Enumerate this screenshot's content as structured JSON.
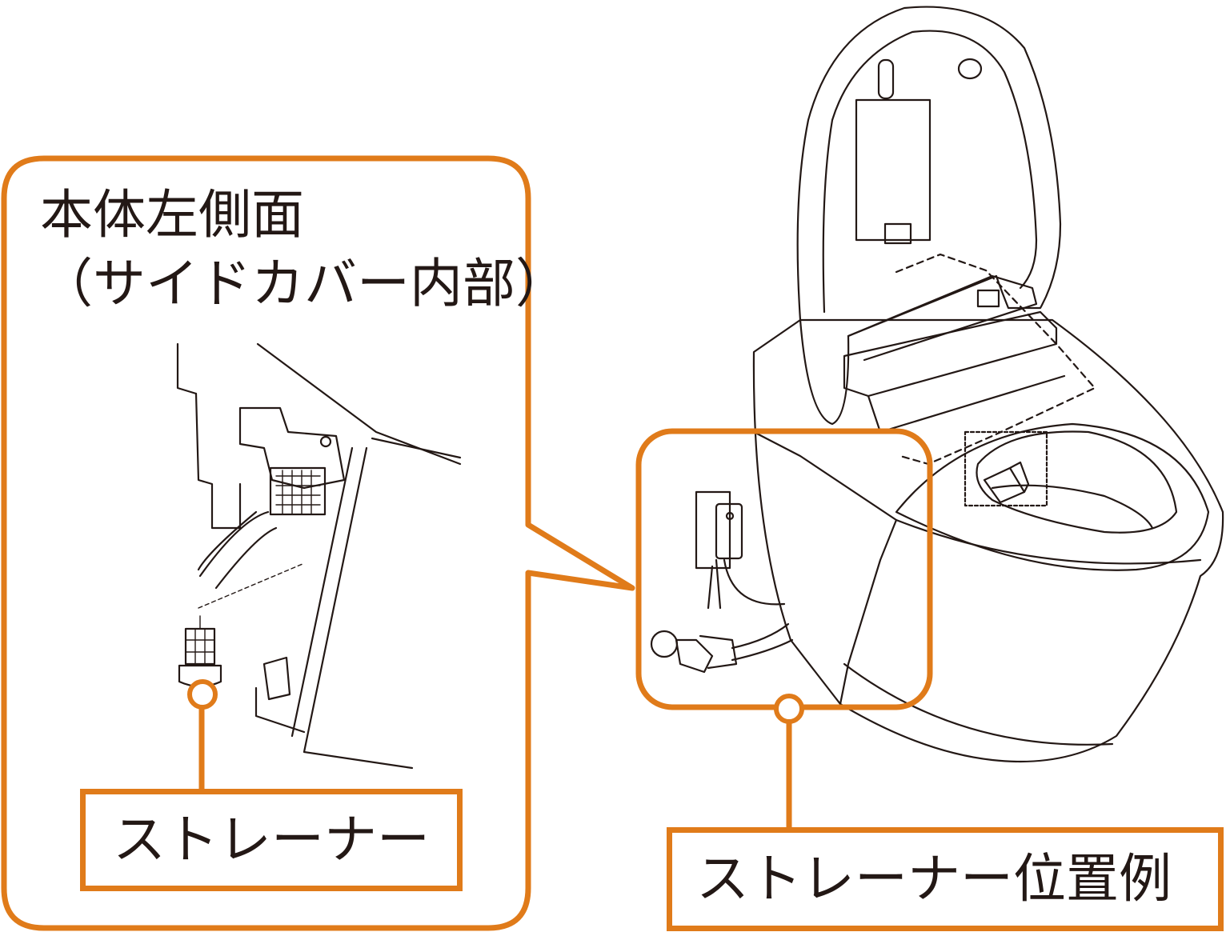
{
  "callout": {
    "title": "本体左側面",
    "subtitle": "（サイドカバー内部）"
  },
  "labels": {
    "strainer": "ストレーナー",
    "strainer_position": "ストレーナー位置例"
  },
  "colors": {
    "accent": "#e07b1a",
    "line": "#231815",
    "background": "#ffffff"
  }
}
